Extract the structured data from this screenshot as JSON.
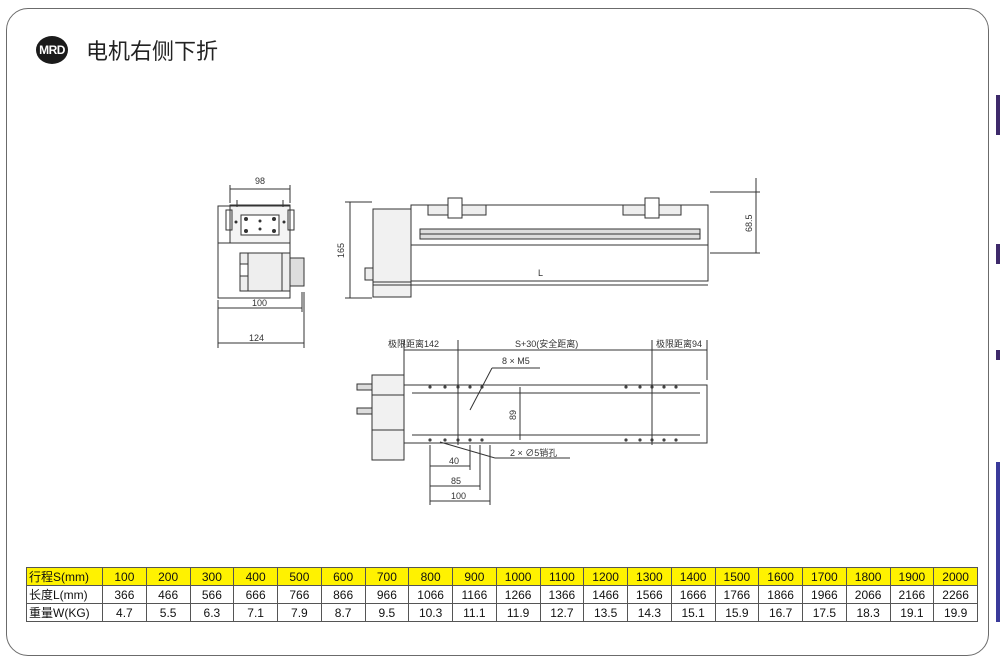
{
  "logo": {
    "text": "MRD"
  },
  "title": "电机右侧下折",
  "dims": {
    "d98": "98",
    "d100a": "100",
    "d124": "124",
    "d165": "165",
    "d68": "68.5",
    "dL": "L",
    "lim1": "极限距离142",
    "stroke": "S+30(安全距离)",
    "lim2": "极限距离94",
    "m5": "8 × M5",
    "d89": "89",
    "pin": "2 × ∅5销孔",
    "d40": "40",
    "d85": "85",
    "d100b": "100"
  },
  "spec_table": {
    "header_fill": "#fff200",
    "rows": [
      {
        "label": "行程S(mm)",
        "values": [
          "100",
          "200",
          "300",
          "400",
          "500",
          "600",
          "700",
          "800",
          "900",
          "1000",
          "1100",
          "1200",
          "1300",
          "1400",
          "1500",
          "1600",
          "1700",
          "1800",
          "1900",
          "2000"
        ]
      },
      {
        "label": "长度L(mm)",
        "values": [
          "366",
          "466",
          "566",
          "666",
          "766",
          "866",
          "966",
          "1066",
          "1166",
          "1266",
          "1366",
          "1466",
          "1566",
          "1666",
          "1766",
          "1866",
          "1966",
          "2066",
          "2166",
          "2266"
        ]
      },
      {
        "label": "重量W(KG)",
        "values": [
          "4.7",
          "5.5",
          "6.3",
          "7.1",
          "7.9",
          "8.7",
          "9.5",
          "10.3",
          "11.1",
          "11.9",
          "12.7",
          "13.5",
          "14.3",
          "15.1",
          "15.9",
          "16.7",
          "17.5",
          "18.3",
          "19.1",
          "19.9"
        ]
      }
    ]
  }
}
